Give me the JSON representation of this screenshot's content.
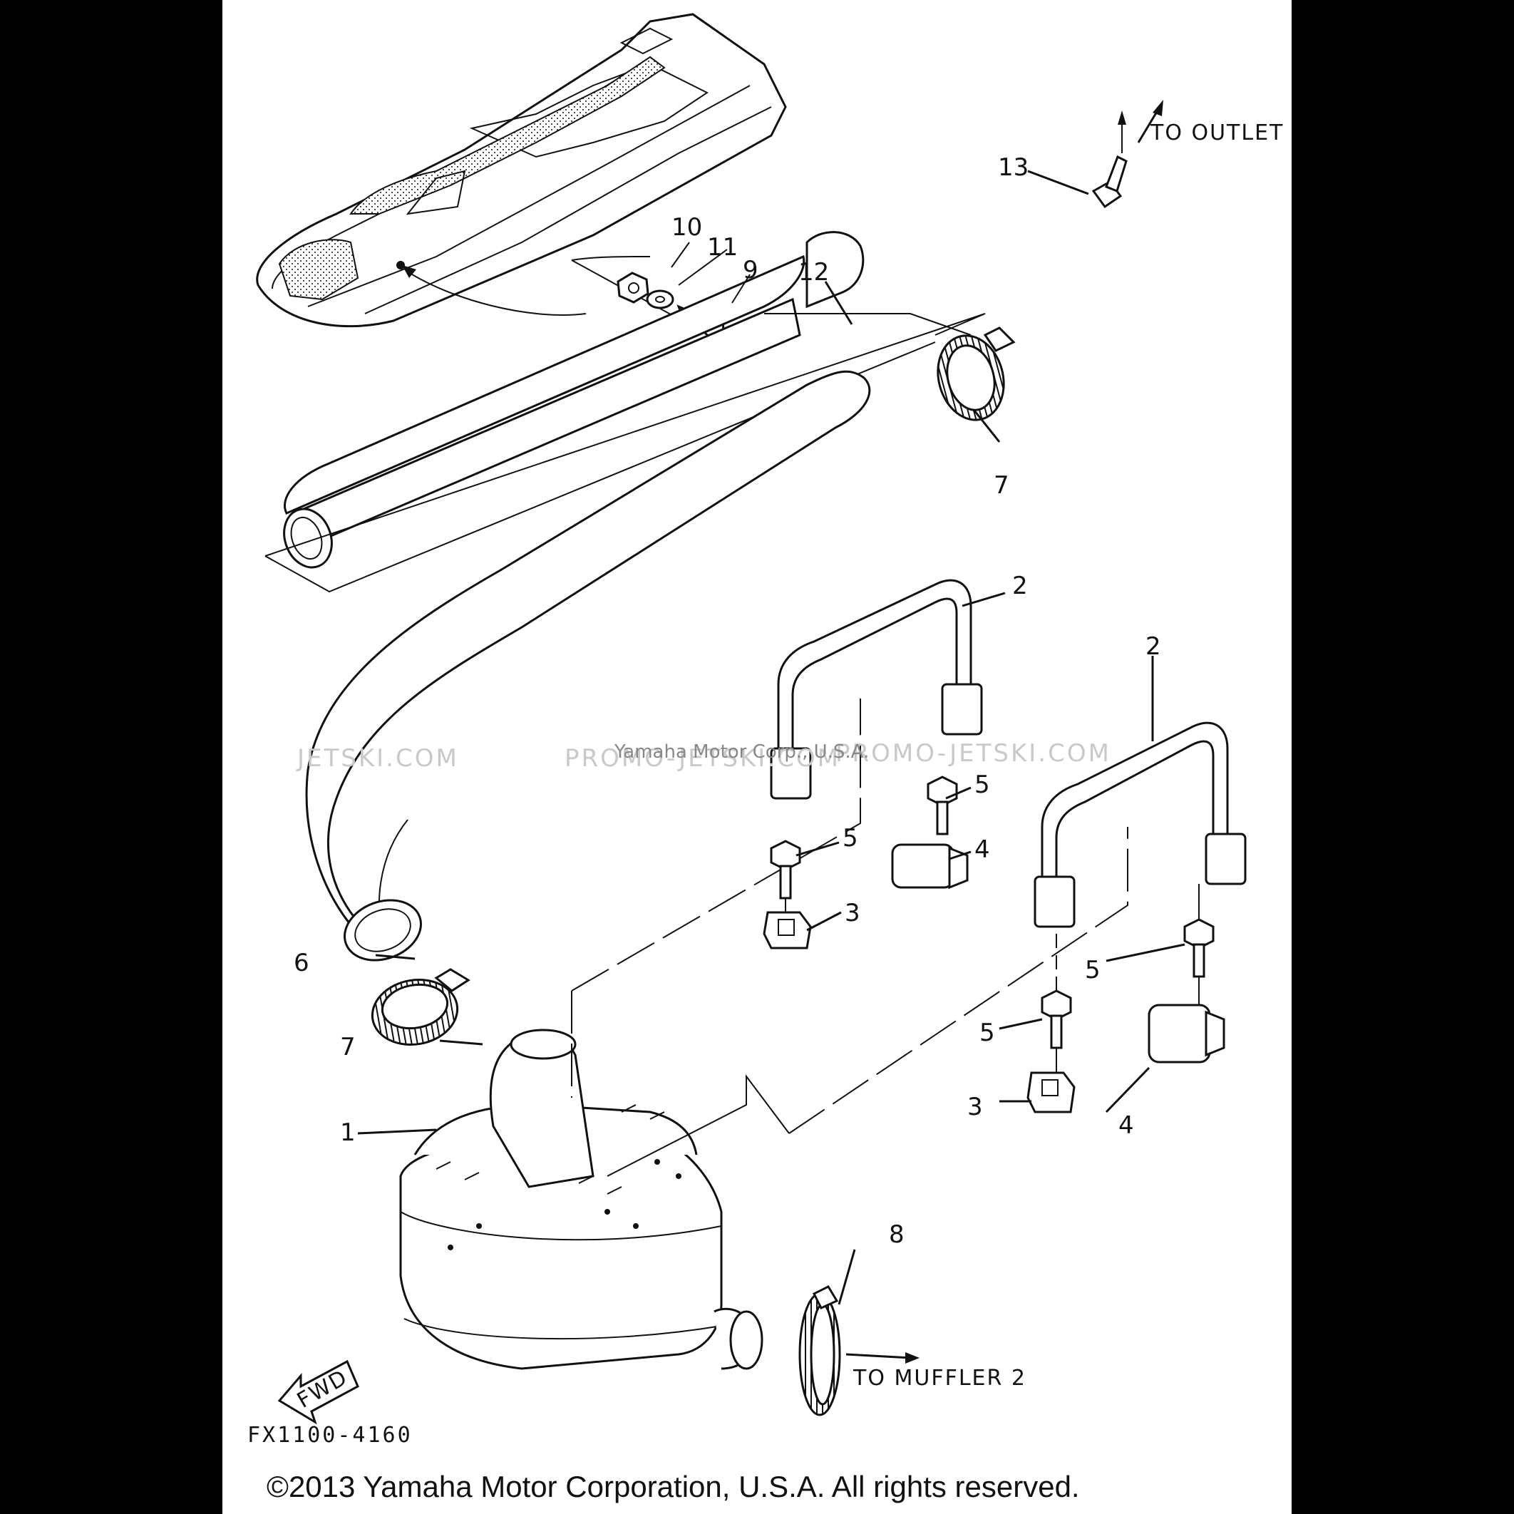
{
  "diagram": {
    "callouts": [
      {
        "id": "c1",
        "text": "1"
      },
      {
        "id": "c2a",
        "text": "2"
      },
      {
        "id": "c2b",
        "text": "2"
      },
      {
        "id": "c3a",
        "text": "3"
      },
      {
        "id": "c3b",
        "text": "3"
      },
      {
        "id": "c4a",
        "text": "4"
      },
      {
        "id": "c4b",
        "text": "4"
      },
      {
        "id": "c5a",
        "text": "5"
      },
      {
        "id": "c5b",
        "text": "5"
      },
      {
        "id": "c5c",
        "text": "5"
      },
      {
        "id": "c5d",
        "text": "5"
      },
      {
        "id": "c6",
        "text": "6"
      },
      {
        "id": "c7a",
        "text": "7"
      },
      {
        "id": "c7b",
        "text": "7"
      },
      {
        "id": "c8",
        "text": "8"
      },
      {
        "id": "c9",
        "text": "9"
      },
      {
        "id": "c10",
        "text": "10"
      },
      {
        "id": "c11",
        "text": "11"
      },
      {
        "id": "c12",
        "text": "12"
      },
      {
        "id": "c13",
        "text": "13"
      }
    ],
    "notes": {
      "to_outlet": "TO OUTLET",
      "to_muffler": "TO MUFFLER 2",
      "fwd": "FWD"
    },
    "drawing_code": "FX1100-4160",
    "watermark": {
      "left": "JETSKI.COM",
      "center": "PROMO-JETSKI.COM",
      "right": "PROMO-JETSKI.COM",
      "overlay": "Yamaha Motor Corp., U.S.A."
    },
    "copyright": "©2013 Yamaha Motor Corporation, U.S.A. All rights reserved."
  }
}
